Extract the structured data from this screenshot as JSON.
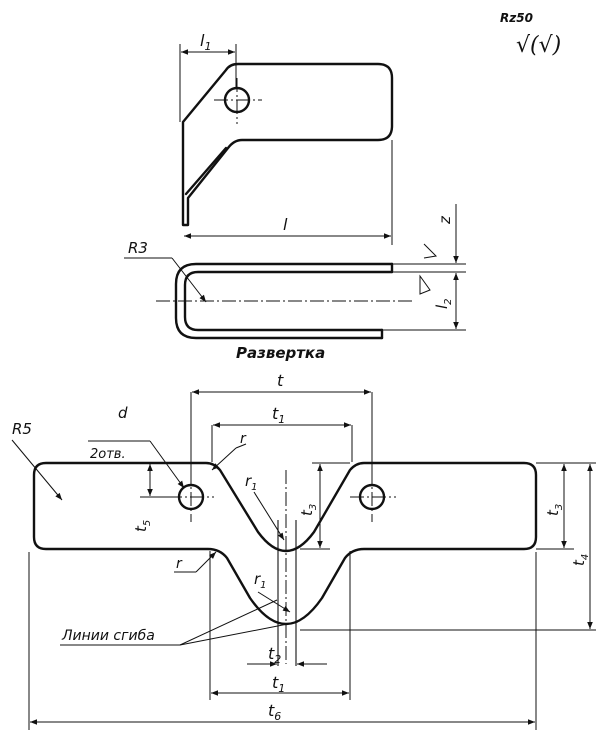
{
  "roughness": {
    "value": "Rz50",
    "symbol": "√(√)"
  },
  "top_view": {
    "dim_l1": "l",
    "dim_l1_sub": "1",
    "dim_l": "l"
  },
  "side_view": {
    "radius": "R3",
    "dim_z": "z",
    "dim_l2": "l",
    "dim_l2_sub": "2"
  },
  "caption": "Развертка",
  "development": {
    "radius": "R5",
    "hole_d": "d",
    "hole_count": "2отв.",
    "dim_t": "t",
    "dim_t1_top": "t",
    "dim_t1_top_sub": "1",
    "r_left_top": "r",
    "r1_top": "r",
    "r1_top_sub": "1",
    "t3_mid": "t",
    "t3_mid_sub": "3",
    "t5": "t",
    "t5_sub": "5",
    "t3_right": "t",
    "t3_right_sub": "3",
    "t4": "t",
    "t4_sub": "4",
    "r_left_bottom": "r",
    "r1_bottom": "r",
    "r1_bottom_sub": "1",
    "bend_lines": "Линии сгиба",
    "t2": "t",
    "t2_sub": "2",
    "t1_bottom": "t",
    "t1_bottom_sub": "1",
    "t6": "t",
    "t6_sub": "6"
  }
}
